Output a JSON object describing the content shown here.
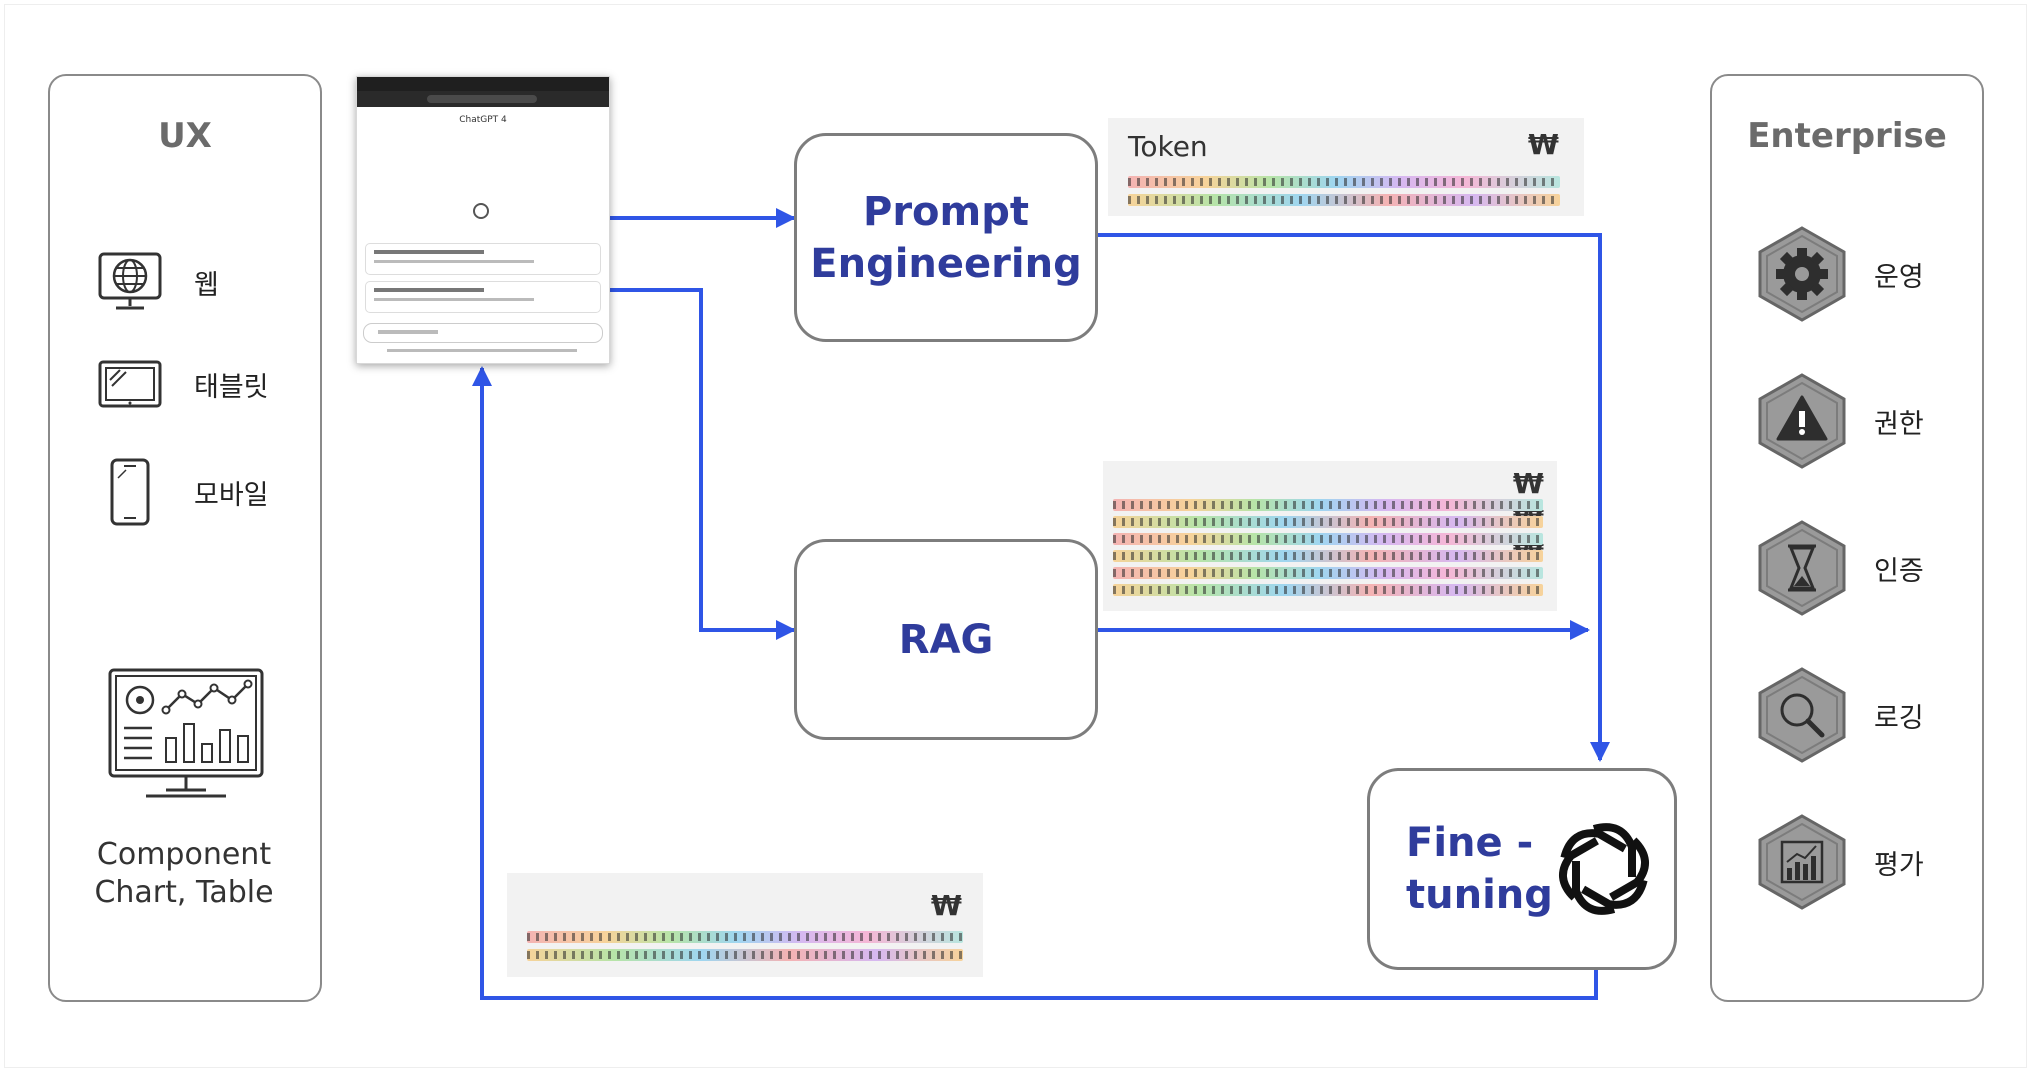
{
  "ux": {
    "title": "UX",
    "items": [
      {
        "label": "웹",
        "icon": "web-icon"
      },
      {
        "label": "태블릿",
        "icon": "tablet-icon"
      },
      {
        "label": "모바일",
        "icon": "mobile-icon"
      }
    ],
    "component_label_line1": "Component",
    "component_label_line2": "Chart, Table"
  },
  "chat_screenshot": {
    "model_label": "ChatGPT 4"
  },
  "process": {
    "prompt_line1": "Prompt",
    "prompt_line2": "Engineering",
    "rag": "RAG",
    "finetune_line1": "Fine -",
    "finetune_line2": "tuning",
    "finetune_icon": "openai-logo-icon"
  },
  "token_boxes": {
    "top_title": "Token",
    "currency_symbol": "₩"
  },
  "enterprise": {
    "title": "Enterprise",
    "items": [
      {
        "label": "운영",
        "icon": "gear-icon"
      },
      {
        "label": "권한",
        "icon": "warning-icon"
      },
      {
        "label": "인증",
        "icon": "hourglass-icon"
      },
      {
        "label": "로깅",
        "icon": "magnifier-icon"
      },
      {
        "label": "평가",
        "icon": "bar-chart-icon"
      }
    ]
  },
  "colors": {
    "arrow": "#2f55e6",
    "process_text": "#2f3c9c",
    "panel_border": "#8a8a8a",
    "hexagon_fill": "#9a9a9a"
  }
}
